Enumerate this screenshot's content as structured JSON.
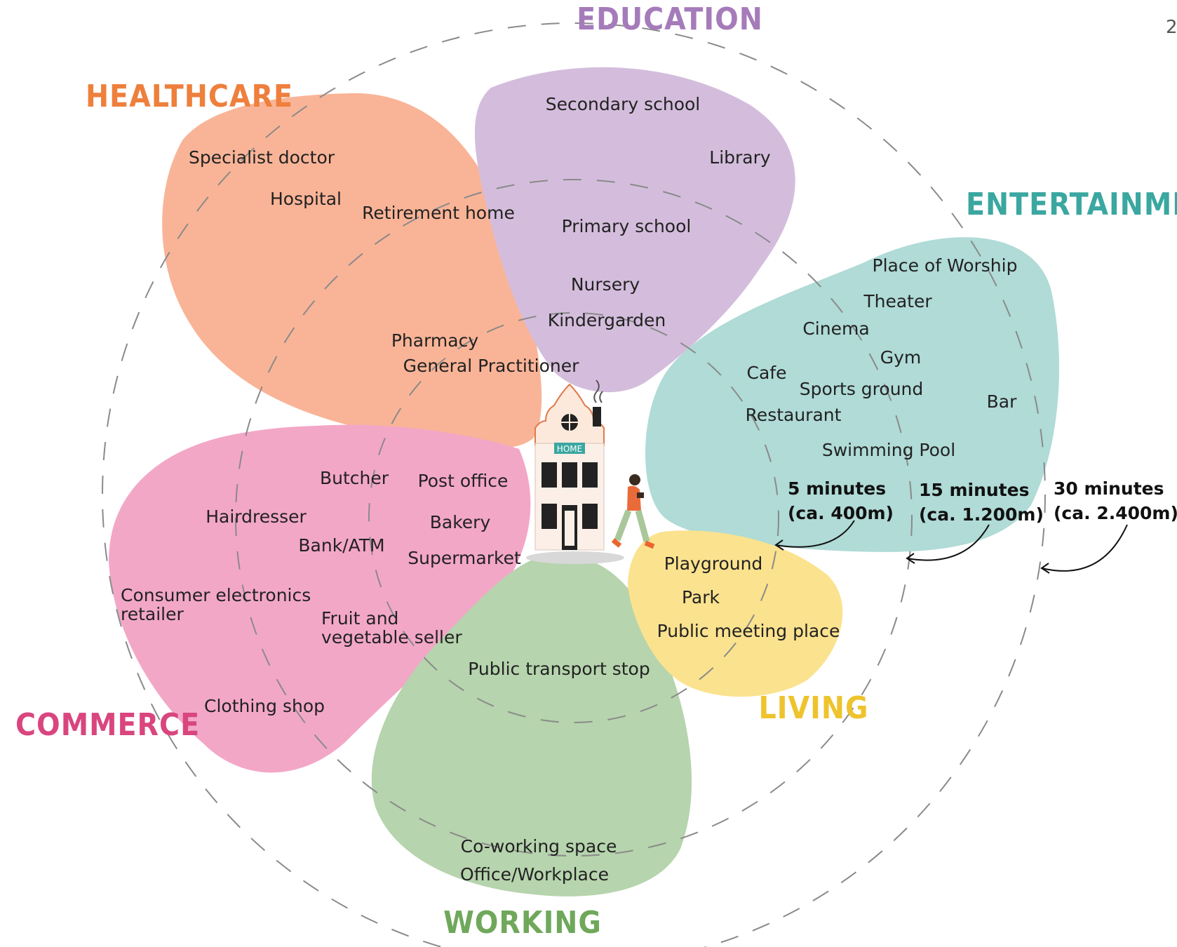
{
  "page_number": "2",
  "house_sign": "HOME",
  "colors": {
    "education": "#a57bba",
    "healthcare": "#ee7f3c",
    "entertainment": "#3aa7a0",
    "commerce": "#d9467f",
    "working": "#6fa85b",
    "living": "#eec32c",
    "petal_education": "#d4bddc",
    "petal_healthcare": "#f9b497",
    "petal_entertainment": "#b0dbd7",
    "petal_commerce": "#f3a7c7",
    "petal_working": "#b6d4ad",
    "petal_living": "#fbe28e"
  },
  "categories": {
    "education": {
      "label": "EDUCATION",
      "items": [
        "Secondary school",
        "Library",
        "Primary school",
        "Nursery",
        "Kindergarden"
      ]
    },
    "healthcare": {
      "label": "HEALTHCARE",
      "items": [
        "Specialist doctor",
        "Hospital",
        "Retirement home",
        "Pharmacy",
        "General Practitioner"
      ]
    },
    "entertainment": {
      "label": "ENTERTAINMENT",
      "items": [
        "Place of Worship",
        "Theater",
        "Cinema",
        "Gym",
        "Cafe",
        "Sports ground",
        "Bar",
        "Restaurant",
        "Swimming Pool"
      ]
    },
    "commerce": {
      "label": "COMMERCE",
      "items": [
        "Butcher",
        "Post office",
        "Hairdresser",
        "Bakery",
        "Bank/ATM",
        "Supermarket",
        "Consumer electronics",
        "retailer",
        "Fruit and",
        "vegetable seller",
        "Clothing shop"
      ]
    },
    "working": {
      "label": "WORKING",
      "items": [
        "Public transport stop",
        "Co-working space",
        "Office/Workplace"
      ]
    },
    "living": {
      "label": "LIVING",
      "items": [
        "Playground",
        "Park",
        "Public meeting place"
      ]
    }
  },
  "time_rings": [
    {
      "time": "5 minutes",
      "distance": "(ca. 400m)"
    },
    {
      "time": "15 minutes",
      "distance": "(ca. 1.200m)"
    },
    {
      "time": "30 minutes",
      "distance": "(ca. 2.400m)"
    }
  ]
}
